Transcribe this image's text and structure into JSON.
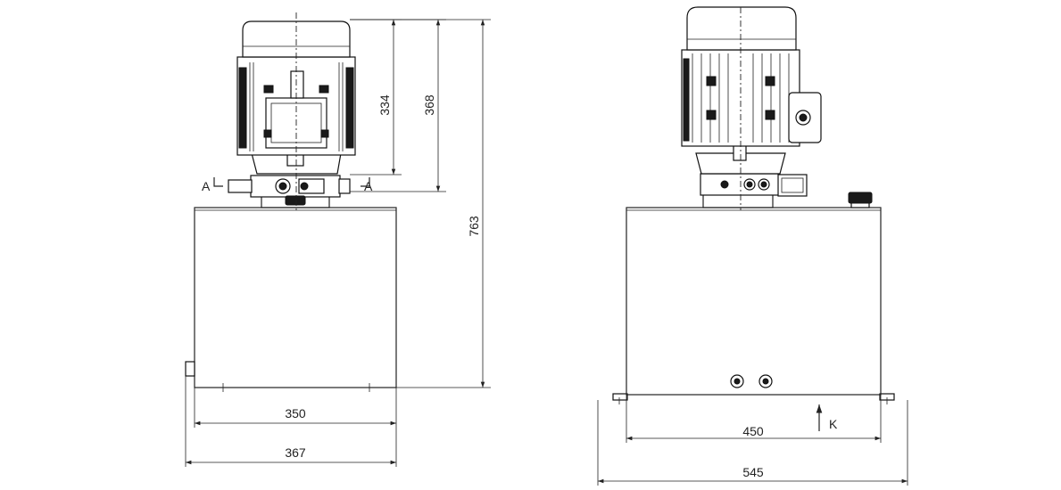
{
  "left_view": {
    "section_marker_left": "A",
    "section_marker_right": "A",
    "dimensions": {
      "motor_height": "334",
      "pump_height": "368",
      "total_height": "763",
      "tank_width": "350",
      "overall_width": "367"
    }
  },
  "right_view": {
    "view_arrow_label": "K",
    "dimensions": {
      "tank_width": "450",
      "overall_width": "545"
    }
  },
  "colors": {
    "line": "#222222",
    "background": "#ffffff"
  }
}
